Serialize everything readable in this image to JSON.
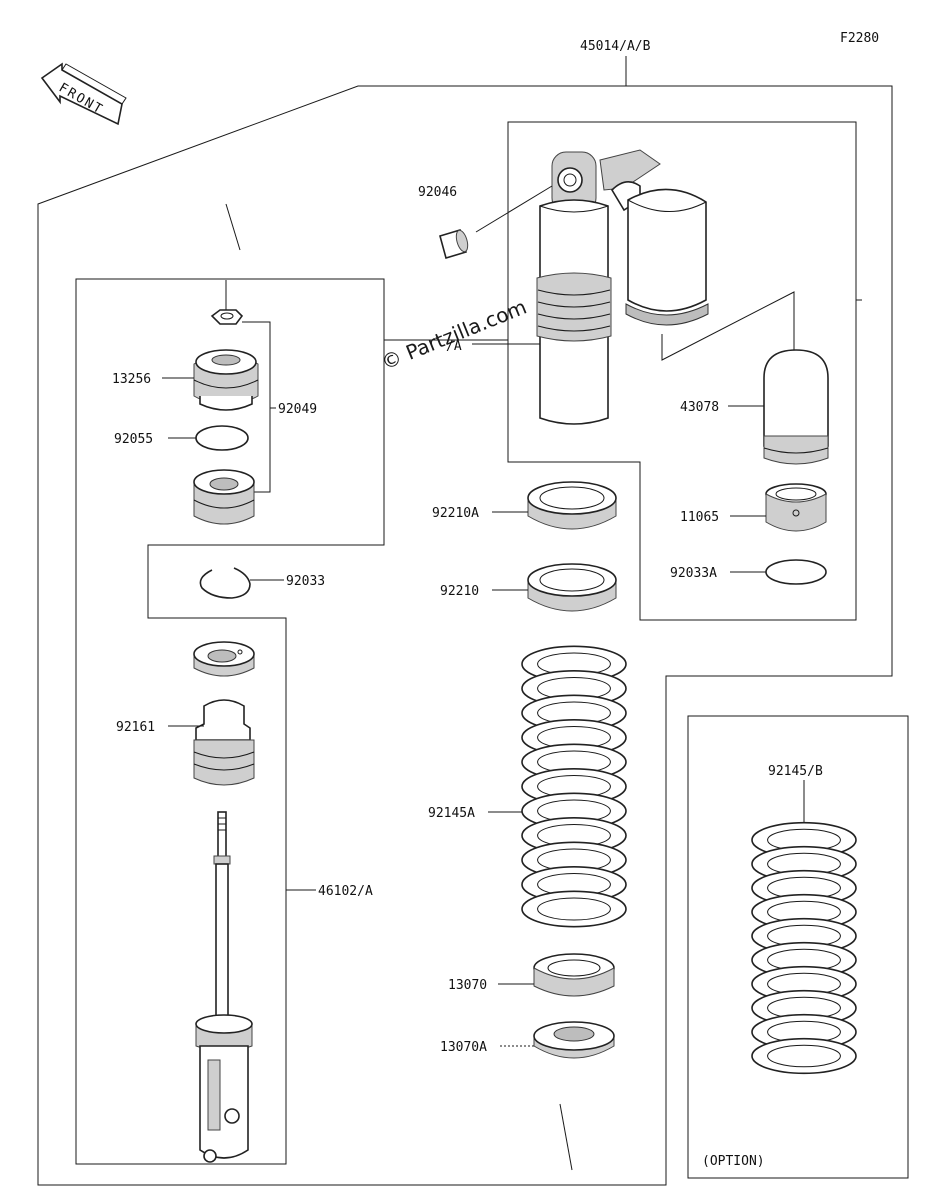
{
  "figure_code": "F2280",
  "front_arrow_text": "FRONT",
  "watermark": "© Partzilla.com",
  "labels": {
    "assembly": "45014/A/B",
    "p92046": "92046",
    "p13256": "13256",
    "p92049": "92049",
    "p92055": "92055",
    "p43078": "43078",
    "p92210a": "92210A",
    "p11065": "11065",
    "p92210": "92210",
    "p92033a": "92033A",
    "p92033": "92033",
    "p92161": "92161",
    "p92145a": "92145A",
    "p46102": "46102/A",
    "p92145b": "92145/B",
    "p13070": "13070",
    "p13070a": "13070A",
    "option": "(OPTION)"
  }
}
